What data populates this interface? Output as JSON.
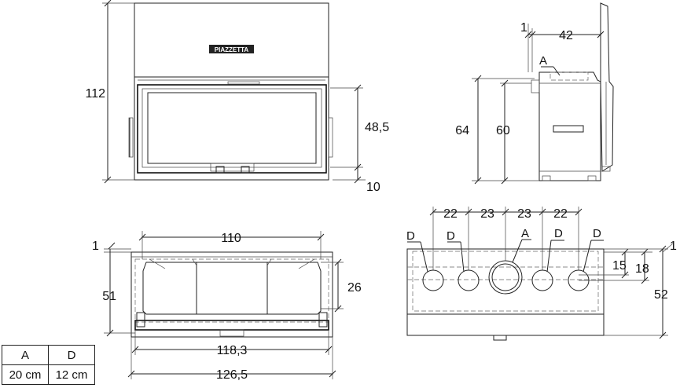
{
  "logo": {
    "text": "PIAZZETTA"
  },
  "front_view": {
    "height_total": "112",
    "glass_height": "48,5",
    "bottom_offset": "10"
  },
  "side_view": {
    "gap": "1",
    "depth": "42",
    "label_a": "A",
    "height_outer": "64",
    "height_inner": "60"
  },
  "top_view": {
    "width_inner": "110",
    "gap": "1",
    "depth": "51",
    "depth_inner": "26",
    "width_mid": "118,3",
    "width_total": "126,5"
  },
  "back_view": {
    "spacings": [
      "22",
      "23",
      "23",
      "22"
    ],
    "hole_labels": [
      "D",
      "D",
      "A",
      "D",
      "D"
    ],
    "offset_1": "15",
    "offset_2": "18",
    "gap": "1",
    "height": "52"
  },
  "legend_table": {
    "headers": [
      "A",
      "D"
    ],
    "values": [
      "20 cm",
      "12 cm"
    ]
  }
}
